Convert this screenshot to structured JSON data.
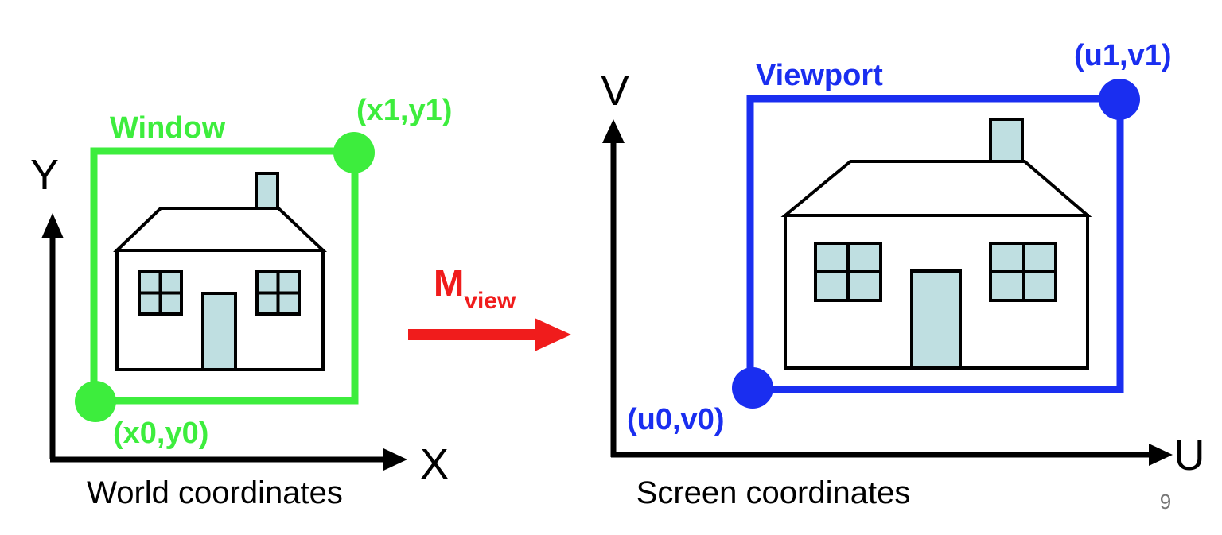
{
  "left_panel": {
    "axis_y_label": "Y",
    "axis_x_label": "X",
    "caption": "World coordinates",
    "window_label": "Window",
    "corner_top_label": "(x1,y1)",
    "corner_bottom_label": "(x0,y0)"
  },
  "transform": {
    "label_main": "M",
    "label_sub": "view"
  },
  "right_panel": {
    "axis_v_label": "V",
    "axis_u_label": "U",
    "caption": "Screen coordinates",
    "viewport_label": "Viewport",
    "corner_top_label": "(u1,v1)",
    "corner_bottom_label": "(u0,v0)"
  },
  "slide_number": "9",
  "colors": {
    "window": "#3ded3d",
    "viewport": "#1a2ef0",
    "transform_arrow": "#f01c1c",
    "house_fill": "#bfdfe1",
    "axis": "#000000",
    "slide_number": "#777777"
  }
}
